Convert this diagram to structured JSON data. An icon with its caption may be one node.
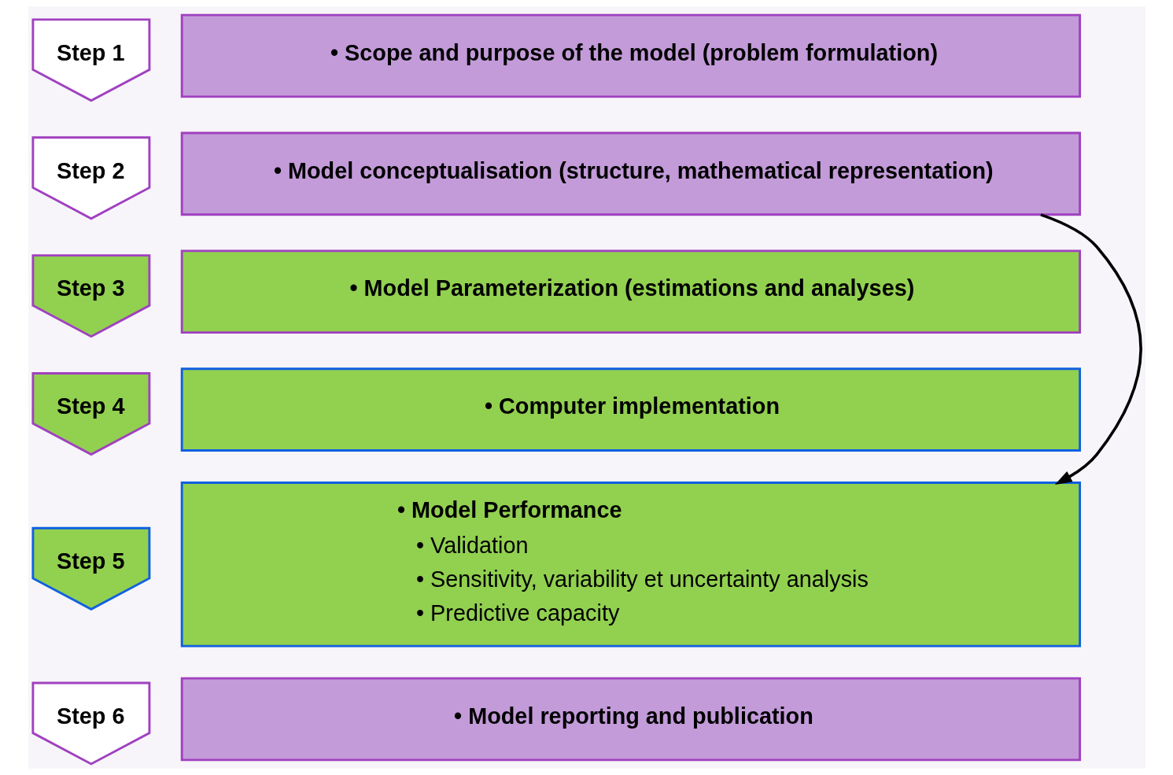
{
  "diagram": {
    "nodes": [
      {
        "text": [
          "Step 1"
        ]
      },
      {
        "text": [
          "• Scope and purpose of the model (problem formulation)"
        ]
      },
      {
        "text": [
          "Step 2"
        ]
      },
      {
        "text": [
          "• Model conceptualisation (structure, mathematical representation)"
        ]
      },
      {
        "text": [
          "Step 3"
        ]
      },
      {
        "text": [
          "• Model Parameterization (estimations and analyses)"
        ]
      },
      {
        "text": [
          "Step 4"
        ]
      },
      {
        "text": [
          "• Computer implementation"
        ]
      },
      {
        "text": [
          "Step 5"
        ]
      },
      {
        "text": [
          "• Model Performance",
          "• Validation",
          "• Sensitivity, variability et uncertainty analysis",
          "• Predictive capacity"
        ]
      },
      {
        "text": [
          "Step 6"
        ]
      },
      {
        "text": [
          "• Model reporting and publication"
        ]
      }
    ],
    "edges": [
      {
        "from": 3,
        "to": 9,
        "arrow": "to"
      }
    ]
  }
}
